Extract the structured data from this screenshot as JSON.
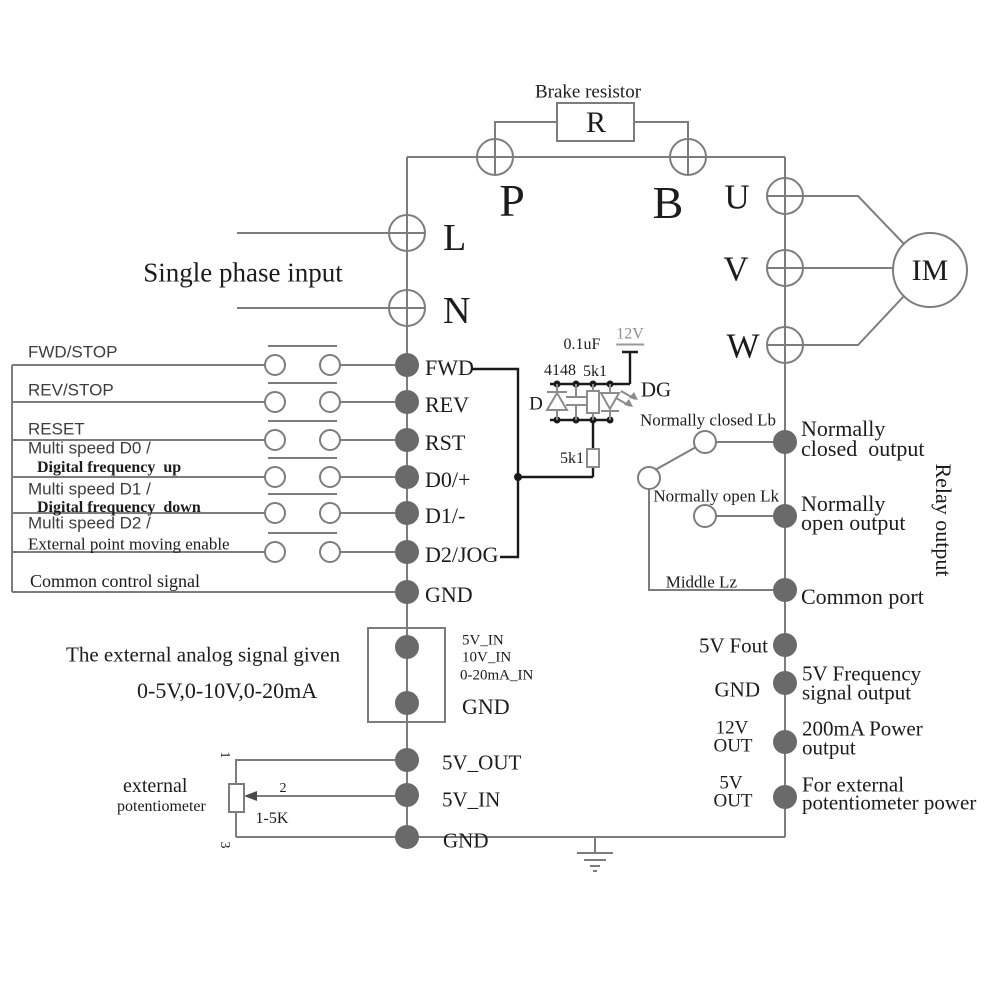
{
  "power": {
    "input_label": "Single phase input",
    "l": "L",
    "n": "N"
  },
  "brake": {
    "label": "Brake resistor",
    "r": "R",
    "p": "P",
    "b": "B"
  },
  "motor": {
    "u": "U",
    "v": "V",
    "w": "W",
    "im": "IM"
  },
  "control": {
    "rows": [
      {
        "label": "FWD/STOP",
        "terminal": "FWD"
      },
      {
        "label": "REV/STOP",
        "terminal": "REV"
      },
      {
        "label": "RESET",
        "terminal": "RST"
      },
      {
        "label": "Multi speed D0 /",
        "label2": "Digital frequency  up",
        "terminal": "D0/+"
      },
      {
        "label": "Multi speed D1 /",
        "label2": "Digital frequency  down",
        "terminal": "D1/-"
      },
      {
        "label": "Multi speed D2 /",
        "label2": "External point moving enable",
        "terminal": "D2/JOG"
      },
      {
        "label": "Common control signal",
        "terminal": "GND"
      }
    ]
  },
  "circuit": {
    "cap": "0.1uF",
    "supply": "12V",
    "diode": "4148",
    "r_top": "5k1",
    "d": "D",
    "led": "DG",
    "r_series": "5k1"
  },
  "relay": {
    "nc_contact": "Normally closed Lb",
    "no_contact": "Normally open Lk",
    "mid_contact": "Middle Lz",
    "nc_line1": "Normally",
    "nc_line2": "closed  output",
    "no_line1": "Normally",
    "no_line2": "open output",
    "common": "Common port",
    "side": "Relay output"
  },
  "analog": {
    "caption1": "The external analog signal given",
    "caption2": "0-5V,0-10V,0-20mA",
    "in1": "5V_IN",
    "in2": "10V_IN",
    "in3": "0-20mA_IN",
    "gnd": "GND"
  },
  "pot": {
    "name1": "external",
    "name2": "potentiometer",
    "pin1": "1",
    "pin2": "2",
    "pin3": "3",
    "value": "1-5K",
    "out5v": "5V_OUT",
    "in5v": "5V_IN",
    "gnd": "GND"
  },
  "outputs": {
    "fout": "5V Fout",
    "gnd": "GND",
    "v12a": "12V",
    "v12b": "OUT",
    "v5a": "5V",
    "v5b": "OUT",
    "fout_desc1": "5V Frequency",
    "fout_desc2": "signal output",
    "p200_1": "200mA Power",
    "p200_2": "output",
    "ext_1": "For external",
    "ext_2": "potentiometer power"
  },
  "colors": {
    "wire": "#7d7d7d",
    "circuit": "#1a1a1a",
    "component": "#8c8c8c",
    "dot": "#6a6a6a"
  }
}
